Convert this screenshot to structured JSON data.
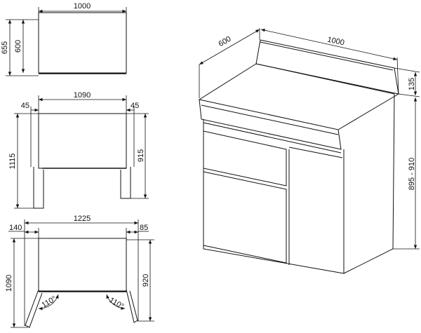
{
  "top_view": {
    "width": "1000",
    "depth_total": "655",
    "depth": "600"
  },
  "side_view": {
    "width": "1090",
    "left_offset": "45",
    "right_offset": "45",
    "height_total": "1115",
    "height": "915"
  },
  "open_view": {
    "width": "1225",
    "left_offset": "140",
    "right_offset": "85",
    "depth_total": "1090",
    "depth": "920",
    "left_angle": "110°",
    "right_angle": "110°"
  },
  "iso_view": {
    "depth": "600",
    "width": "1000",
    "backsplash": "135",
    "height_range": "895 - 910"
  },
  "colors": {
    "line": "#111111",
    "background": "#ffffff"
  }
}
